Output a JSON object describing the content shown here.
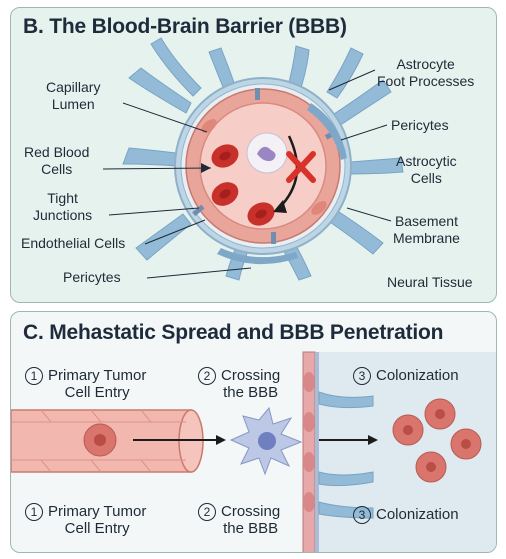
{
  "panel_b": {
    "title": "B. The Blood-Brain Barrier (BBB)",
    "labels": {
      "capillary_lumen": [
        "Capillary",
        "Lumen"
      ],
      "red_blood_cells": [
        "Red Blood",
        "Cells"
      ],
      "tight_junctions": [
        "Tight",
        "Junctions"
      ],
      "endothelial_cells": "Endothelial Cells",
      "pericytes_bottom": "Pericytes",
      "astrocyte_foot": [
        "Astrocyte",
        "Foot Processes"
      ],
      "pericytes_right": "Pericytes",
      "astrocytic_cells": [
        "Astrocytic",
        "Cells"
      ],
      "basement_membrane": [
        "Basement",
        "Membrane"
      ],
      "neural_tissue": "Neural Tissue"
    }
  },
  "panel_c": {
    "title": "C. Mehastatic Spread and BBB Penetration",
    "steps_top": [
      {
        "num": "1",
        "text": [
          "Primary Tumor",
          "Cell Entry"
        ]
      },
      {
        "num": "2",
        "text": [
          "Crossing",
          "the BBB"
        ]
      },
      {
        "num": "3",
        "text": [
          "Colonization"
        ]
      }
    ],
    "steps_bottom": [
      {
        "num": "1",
        "text": [
          "Primary Tumor",
          "Cell Entry"
        ]
      },
      {
        "num": "2",
        "text": [
          "Crossing",
          "the BBB"
        ]
      },
      {
        "num": "3",
        "text": [
          "Colonization"
        ]
      }
    ]
  },
  "colors": {
    "panel_b_bg": "#e6f2ee",
    "astrocyte": "#8fb7d3",
    "endothelium": "#e9a79c",
    "lumen": "#f6c9c2",
    "rbc": "#c8302c",
    "blocked_x": "#d8322a",
    "tumor": "#d9756c"
  }
}
